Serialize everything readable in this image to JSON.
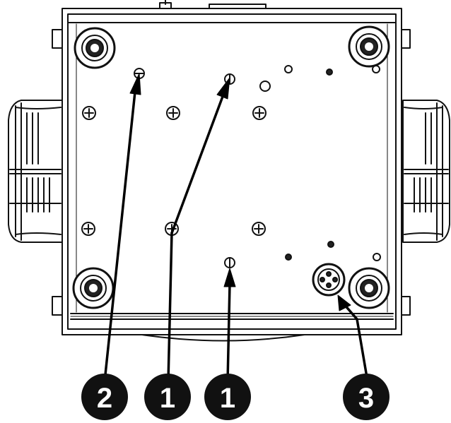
{
  "diagram": {
    "callouts": [
      {
        "id": "callout-2",
        "label": "2"
      },
      {
        "id": "callout-1a",
        "label": "1"
      },
      {
        "id": "callout-1b",
        "label": "1"
      },
      {
        "id": "callout-3",
        "label": "3"
      }
    ],
    "colors": {
      "line": "#111111",
      "fill": "#ffffff",
      "callout_bg": "#111111",
      "callout_text": "#ffffff"
    }
  }
}
